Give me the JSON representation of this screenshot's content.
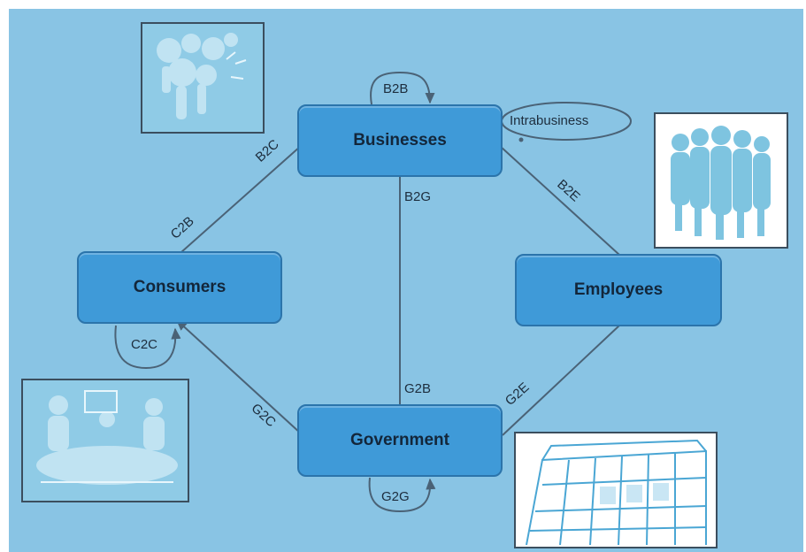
{
  "nodes": {
    "businesses": "Businesses",
    "consumers": "Consumers",
    "employees": "Employees",
    "government": "Government"
  },
  "links": {
    "b2b": "B2B",
    "intrabusiness": "Intrabusiness",
    "b2c": "B2C",
    "c2b": "C2B",
    "b2g": "B2G",
    "b2e": "B2E",
    "c2c": "C2C",
    "g2b": "G2B",
    "g2e": "G2E",
    "g2c": "G2C",
    "g2g": "G2G"
  },
  "colors": {
    "background": "#89c4e4",
    "node_fill": "#3f9ad8",
    "node_border": "#2b74ab",
    "line": "#4a6276",
    "photo_ink": "#7ec4e0"
  },
  "images": {
    "top_left": "people-collage-image",
    "employees": "employees-group-image",
    "consumers": "meeting-image",
    "government": "government-building-image"
  }
}
